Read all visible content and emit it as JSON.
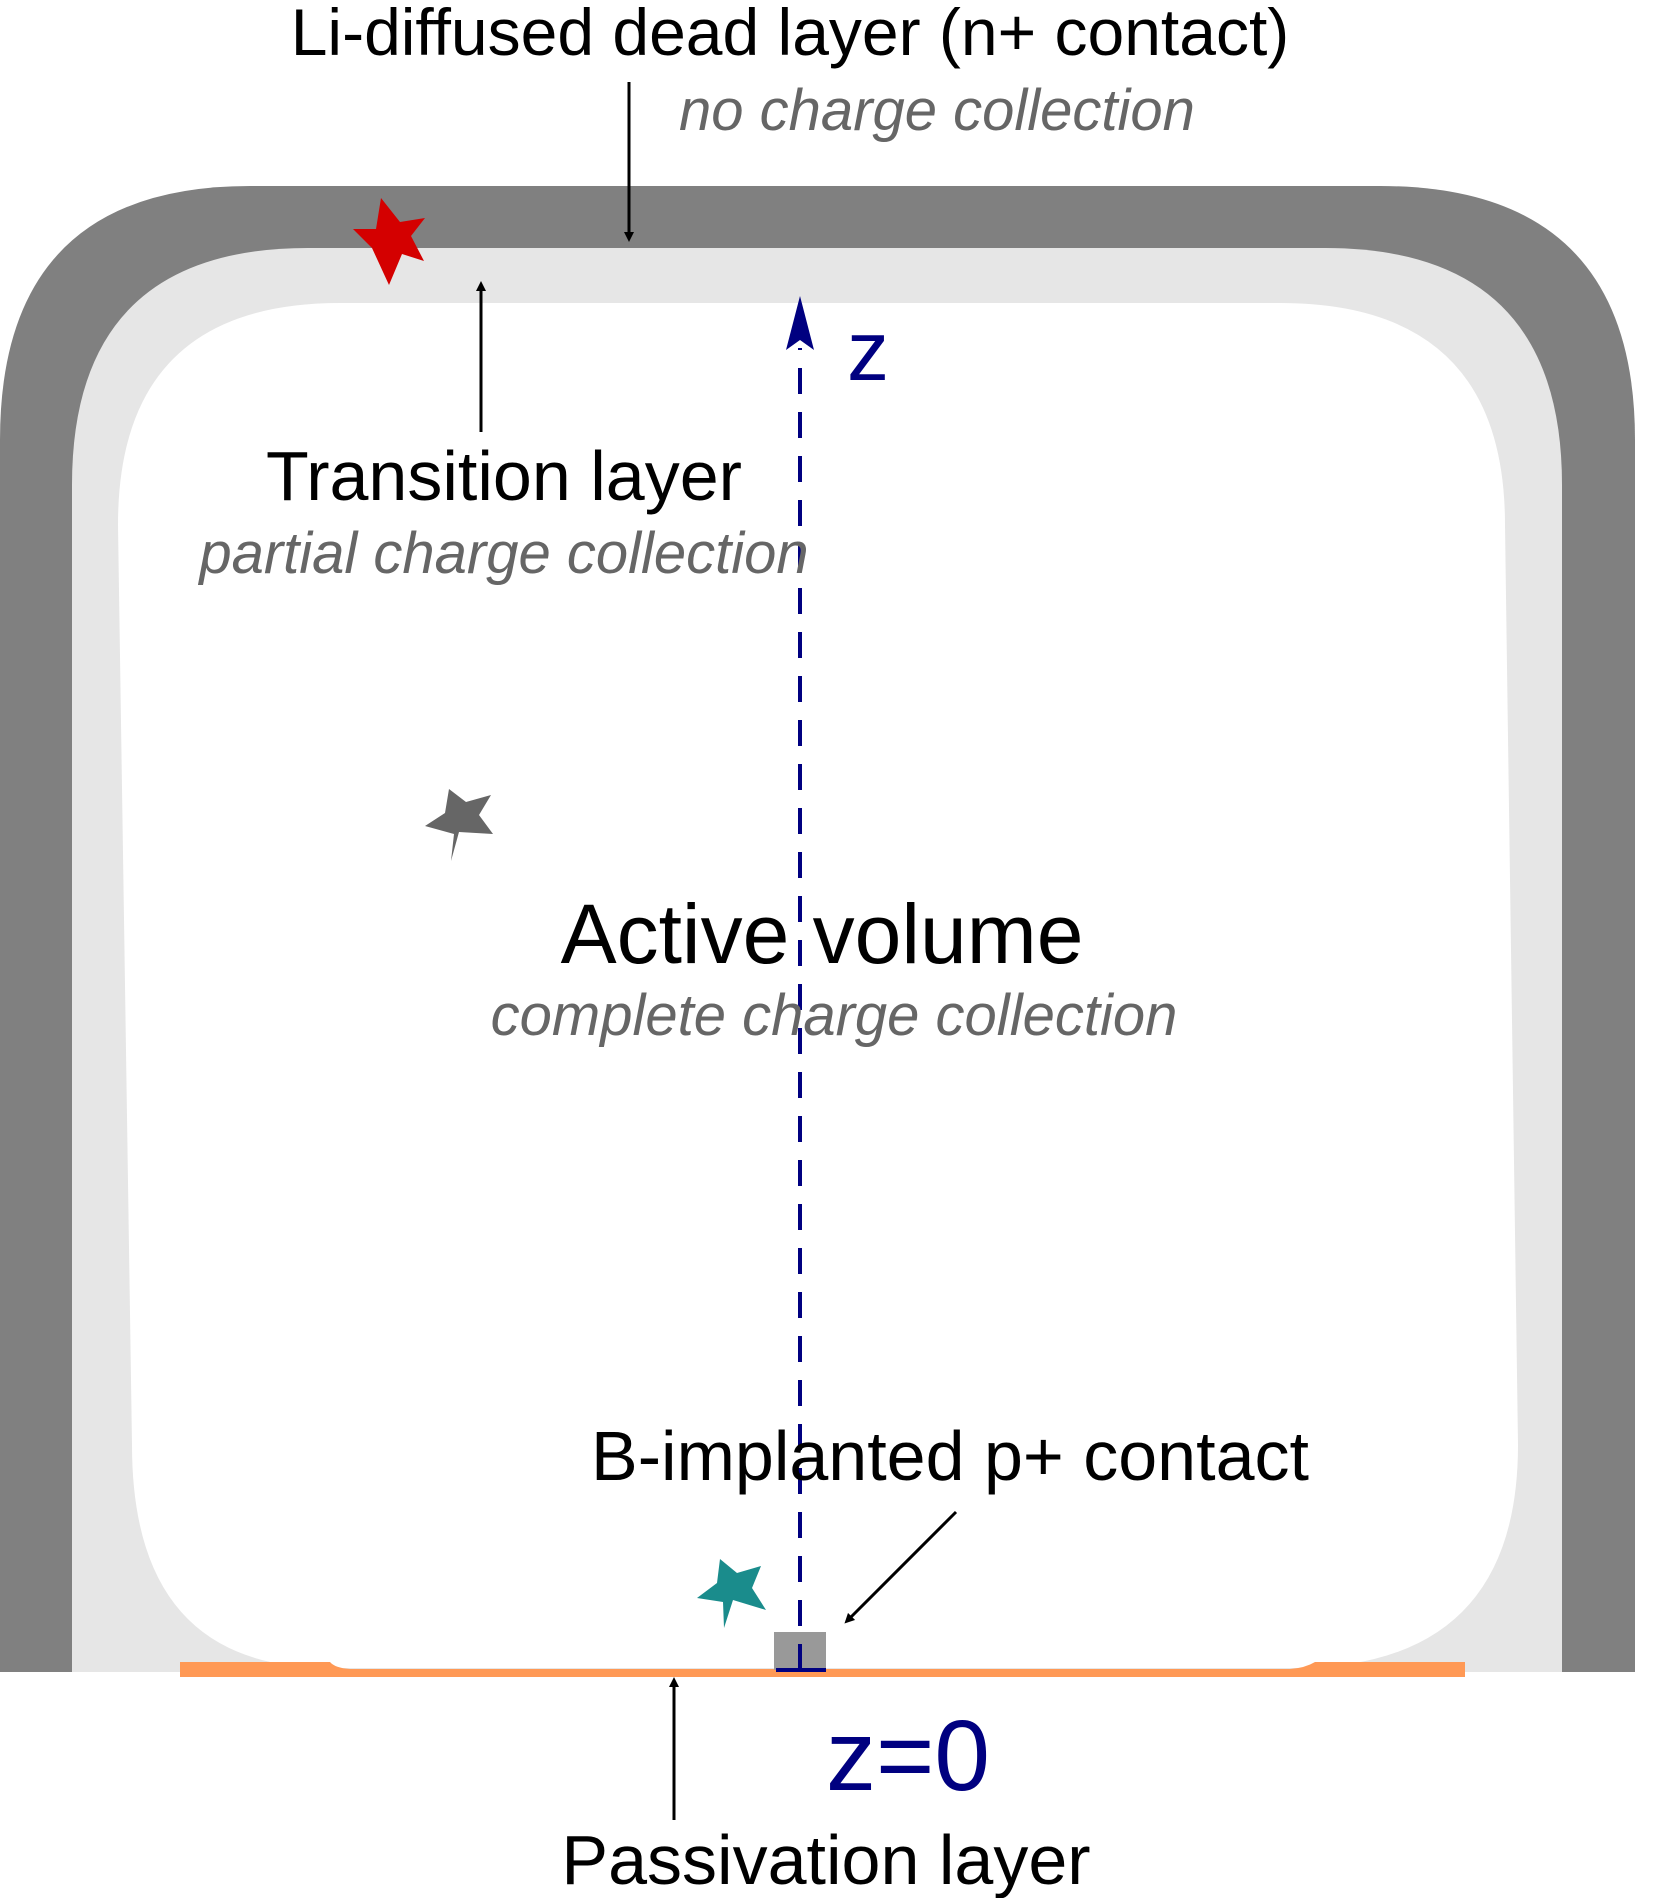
{
  "labels": {
    "dead_layer_title": "Li-diffused dead layer (n+ contact)",
    "dead_layer_sub": "no charge collection",
    "transition_title": "Transition layer",
    "transition_sub": "partial charge collection",
    "active_title": "Active volume",
    "active_sub": "complete charge collection",
    "p_contact_title": "B-implanted p+ contact",
    "passivation_title": "Passivation layer",
    "z_axis": "z",
    "z_origin": "z=0"
  },
  "colors": {
    "dead_layer": "#808080",
    "transition_layer": "#e6e6e6",
    "active_volume": "#ffffff",
    "passivation_layer": "#ff9955",
    "p_contact": "#999999",
    "axis": "#000080",
    "star_dead_layer": "#d40000",
    "star_active": "#666666",
    "star_near_contact": "#1a8c8c"
  },
  "icons": {
    "star_dead_layer": "star-icon",
    "star_active": "star-icon",
    "star_near_contact": "star-icon"
  }
}
